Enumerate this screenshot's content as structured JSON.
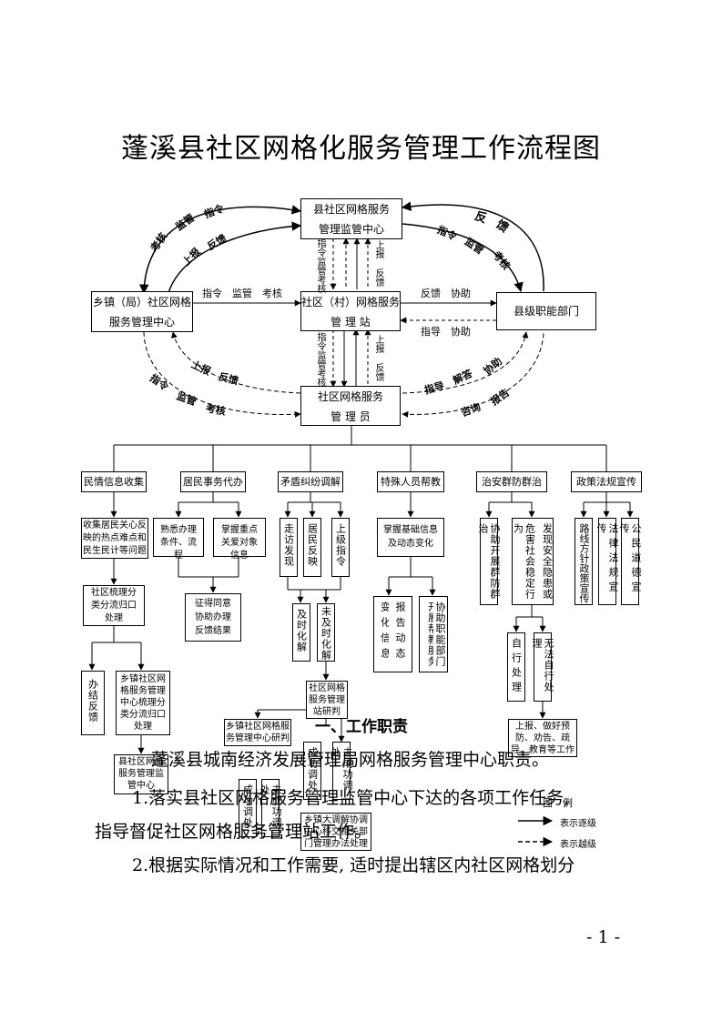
{
  "doc": {
    "title": "蓬溪县社区网格化服务管理工作流程图",
    "page_number": "- 1 -"
  },
  "nodes": {
    "county_center": [
      "县社区网格服务",
      "管理监管中心"
    ],
    "town_center": [
      "乡镇（局）社区网格",
      "服务管理中心"
    ],
    "community_station": [
      "社区（村）网格服务",
      "管 理 站"
    ],
    "county_departments": "县级职能部门",
    "grid_officer": [
      "社区网格服务",
      "管 理 员"
    ]
  },
  "arrow_labels": {
    "top_left_outer": [
      "考核",
      "监管",
      "指令"
    ],
    "top_left_inner": [
      "上报",
      "反馈"
    ],
    "top_right_outer": [
      "反",
      "馈"
    ],
    "top_right_inner": [
      "指令",
      "监管",
      "考核"
    ],
    "center_down_1": "指令监管考核",
    "center_up_1": "上报 反馈",
    "town_to_station": "指令　监管　考核",
    "station_to_dept": "反馈　协助",
    "dept_to_station": "指导　协助",
    "center_down_2": "指令监管考核",
    "center_up_2": "上报 反馈",
    "bottom_left_inner": [
      "上报",
      "反馈"
    ],
    "bottom_left_outer": [
      "指令",
      "监管",
      "考核"
    ],
    "bottom_right_inner": [
      "指导",
      "解答",
      "协助"
    ],
    "bottom_right_outer": [
      "咨询",
      "报告"
    ]
  },
  "categories": [
    "民情信息收集",
    "居民事务代办",
    "矛盾纠纷调解",
    "特殊人员帮教",
    "治安群防群治",
    "政策法规宣传"
  ],
  "branches": {
    "info_collect": "收集居民关心反映的热点难点和民生民计等问题",
    "info_sort": "社区梳理分类分流归口处理",
    "info_done": "办结反馈",
    "info_town": "乡镇社区网格服务管理中心梳理分类分流归口处理",
    "info_county": "县社区网格服务管理监管中心",
    "affairs_a": "熟悉办理条件、流程",
    "affairs_b": "掌握重点关爱对象信息",
    "affairs_result": "征得同意协助办理反馈结果",
    "dispute_a": "走访发现",
    "dispute_b": "居民反映",
    "dispute_c": "上级指令",
    "dispute_d": "及时化解",
    "dispute_e": "未及时化解",
    "dispute_station": "社区网格服务管理站研判",
    "dispute_town": "乡镇社区网格服务管理中心研判",
    "dispute_success": "成功调处",
    "dispute_fail": "未成功调处",
    "dispute_s2": "成功调处",
    "dispute_f2": "未成功调处",
    "dispute_county": "乡镇大调解协调中心移交相关部门管理办法处理",
    "special_a": "掌握基础信息及动态变化",
    "special_b": "变化信息",
    "special_c": "报告动态",
    "special_d": "开展帮教服务",
    "special_e": "协助职能部门",
    "security_a": "协助开展群防群治",
    "security_b": "危害社会稳定行为",
    "security_c": "发现安全隐患或",
    "security_d": "自行处理",
    "security_e": "无法自行处理",
    "security_f": "上报、做好预防、劝告、疏导、教育等工作",
    "policy_a": "路线方针政策宣传",
    "policy_b": "法律法规宣传",
    "policy_c": "公民道德宣传"
  },
  "legend": {
    "title": "图　例",
    "same_level": "表示逐级",
    "cross_level": "表示越级"
  },
  "text": {
    "section_heading": "一、工作职责",
    "p1": "蓬溪县城南经济发展管理局网格服务管理中心职责。",
    "p2_line1": "1.落实县社区网格服务管理监管中心下达的各项工作任务,",
    "p2_line2": "指导督促社区网格服务管理站工作。",
    "p3": "2.根据实际情况和工作需要, 适时提出辖区内社区网格划分"
  }
}
